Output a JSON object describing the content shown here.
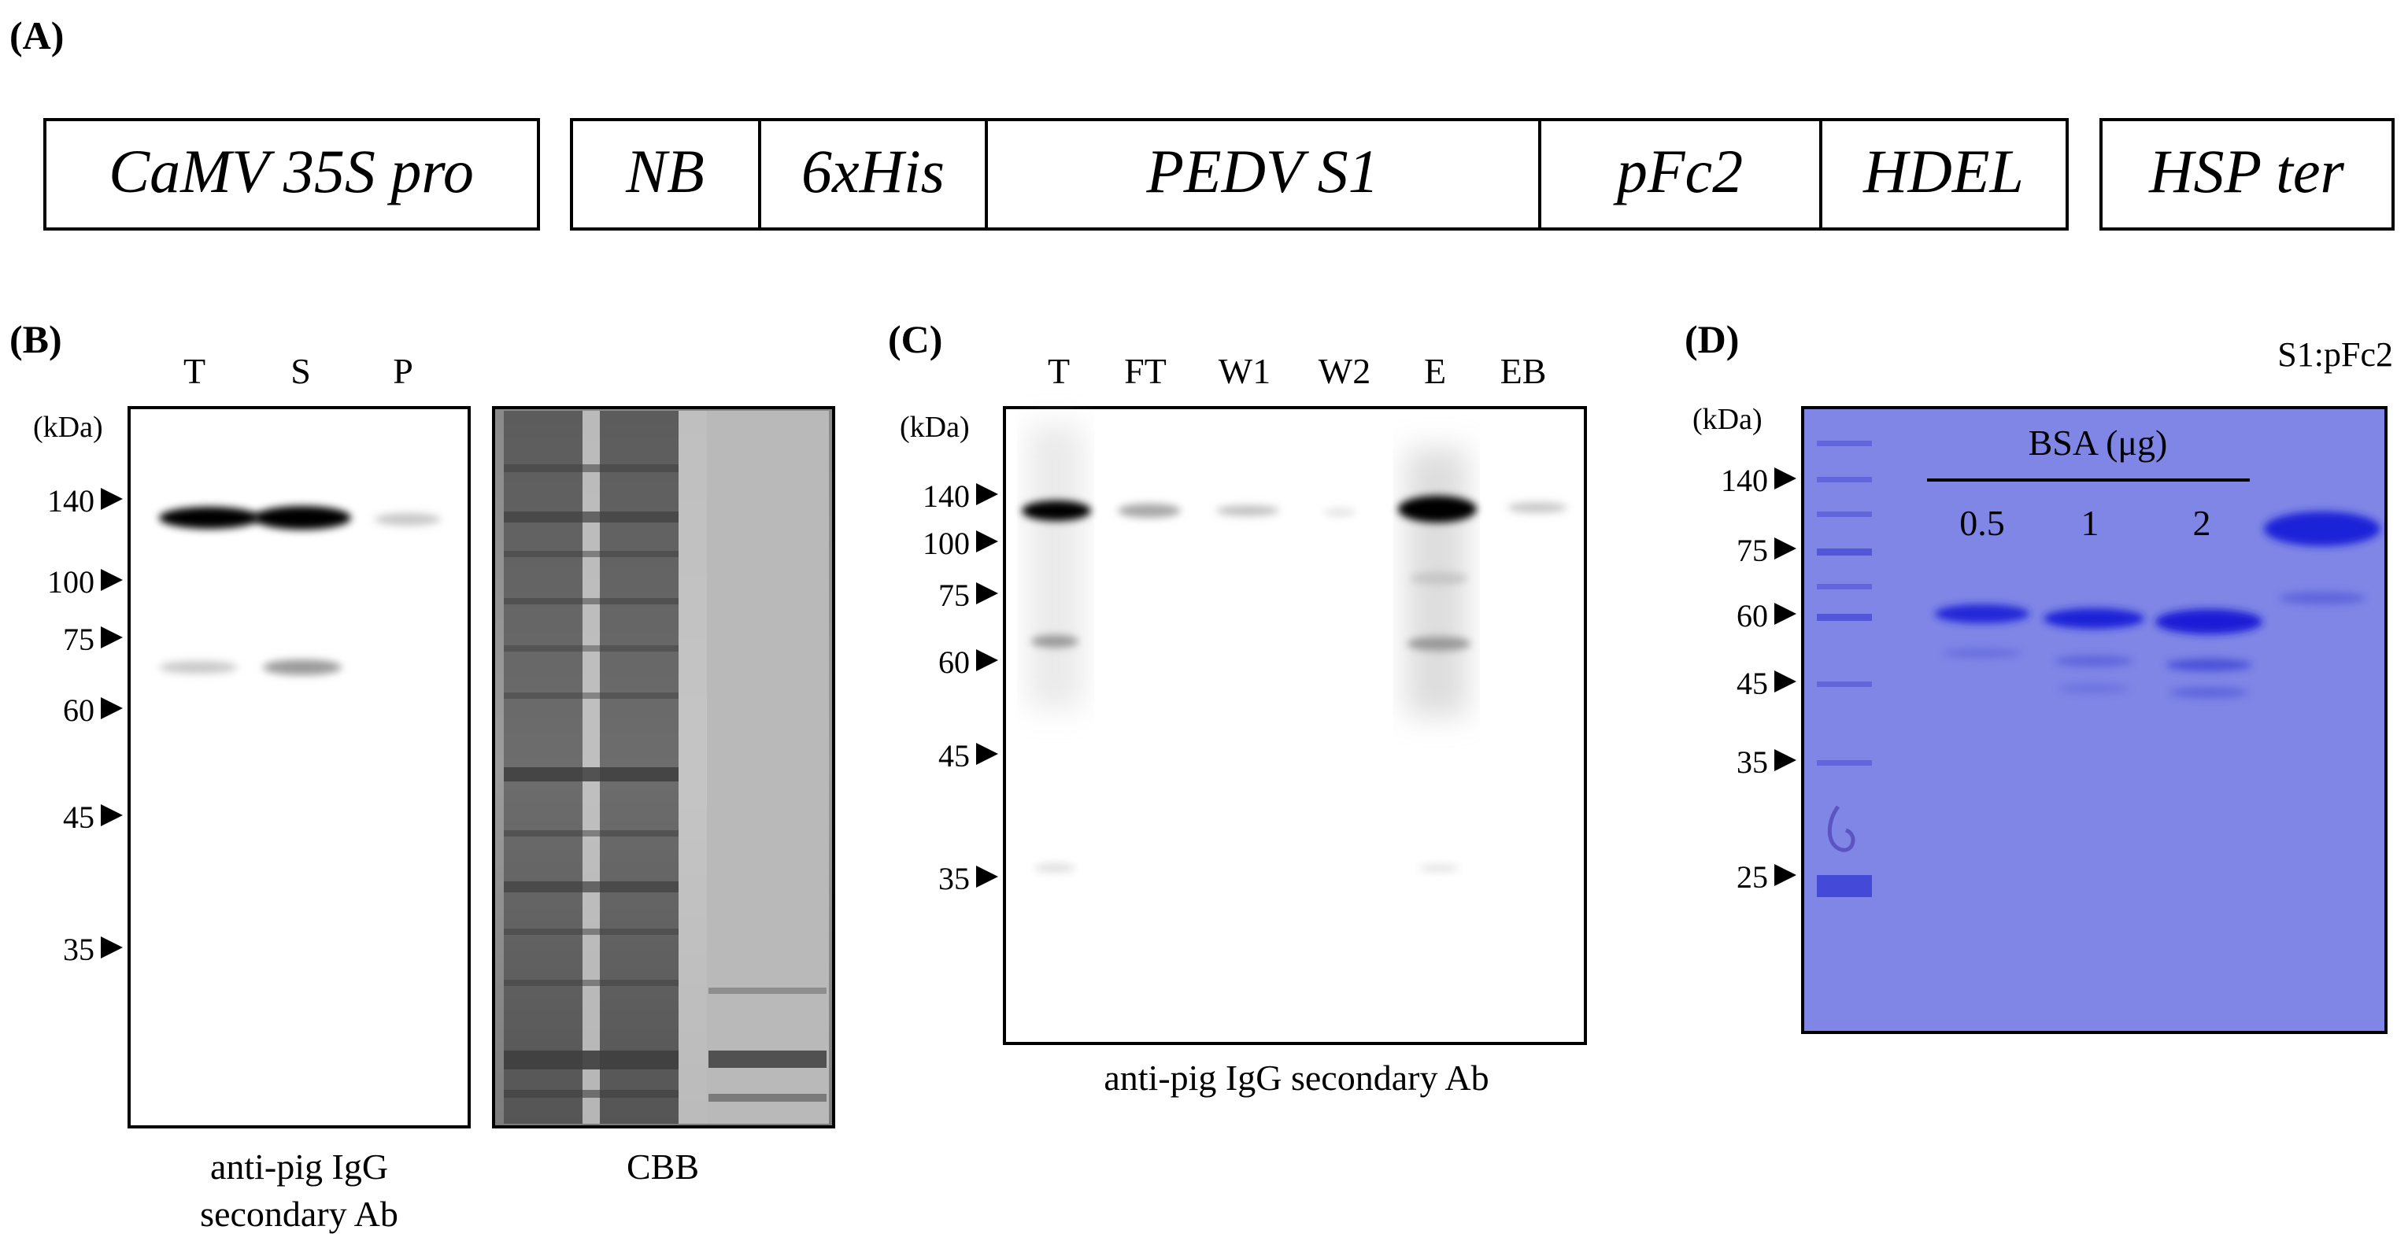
{
  "panel_a": {
    "label": "(A)",
    "segments": [
      "CaMV 35S pro",
      "NB",
      "6xHis",
      "PEDV S1",
      "pFc2",
      "HDEL",
      "HSP ter"
    ]
  },
  "panel_b": {
    "label": "(B)",
    "lanes": [
      "T",
      "S",
      "P"
    ],
    "unit": "(kDa)",
    "markers": [
      "140",
      "100",
      "75",
      "60",
      "45",
      "35"
    ],
    "caption_line1": "anti-pig IgG",
    "caption_line2": "secondary Ab",
    "cbb_caption": "CBB"
  },
  "panel_c": {
    "label": "(C)",
    "lanes": [
      "T",
      "FT",
      "W1",
      "W2",
      "E",
      "EB"
    ],
    "unit": "(kDa)",
    "markers": [
      "140",
      "100",
      "75",
      "60",
      "45",
      "35"
    ],
    "caption": "anti-pig IgG secondary Ab"
  },
  "panel_d": {
    "label": "(D)",
    "sample_label": "S1:pFc2",
    "unit": "(kDa)",
    "markers": [
      "140",
      "75",
      "60",
      "45",
      "35",
      "25"
    ],
    "bsa_header": "BSA (μg)",
    "bsa_amounts": [
      "0.5",
      "1",
      "2"
    ],
    "gel_color": "#7f86e6",
    "band_color": "#1f22d8"
  }
}
